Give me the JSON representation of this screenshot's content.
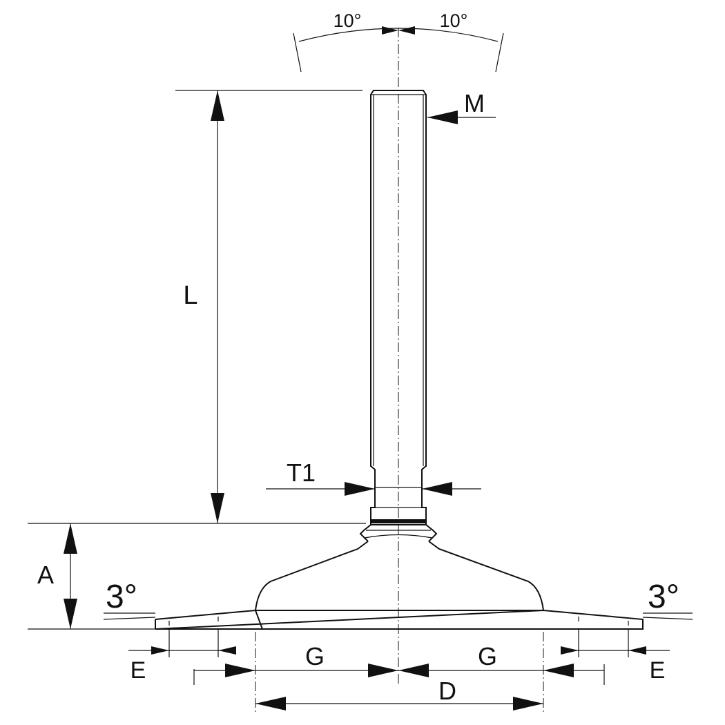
{
  "labels": {
    "angle_left": "10°",
    "angle_right": "10°",
    "thread": "M",
    "length": "L",
    "t1": "T1",
    "height": "A",
    "tilt_left": "3°",
    "tilt_right": "3°",
    "e_left": "E",
    "g_left": "G",
    "g_right": "G",
    "e_right": "E",
    "diameter": "D"
  },
  "colors": {
    "line": "#111111",
    "background": "#ffffff"
  }
}
